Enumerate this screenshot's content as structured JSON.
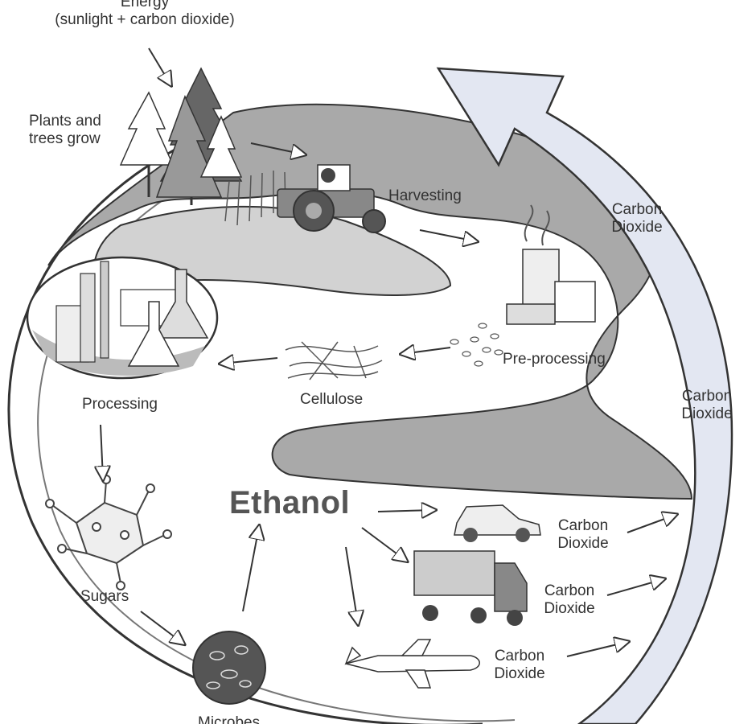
{
  "energy": {
    "line1": "Energy",
    "line2": "(sunlight + carbon dioxide)"
  },
  "stages": {
    "plants": {
      "line1": "Plants and",
      "line2": "trees grow"
    },
    "harvesting": "Harvesting",
    "preprocessing": "Pre-processing",
    "cellulose": "Cellulose",
    "processing": "Processing",
    "sugars": "Sugars",
    "microbes": "Microbes"
  },
  "product": "Ethanol",
  "co2": {
    "line1": "Carbon",
    "line2": "Dioxide"
  },
  "colors": {
    "river": "#a9a9a9",
    "river_light": "#d2d2d2",
    "cycle_arrow": "#e3e7f2",
    "outline": "#333333"
  }
}
